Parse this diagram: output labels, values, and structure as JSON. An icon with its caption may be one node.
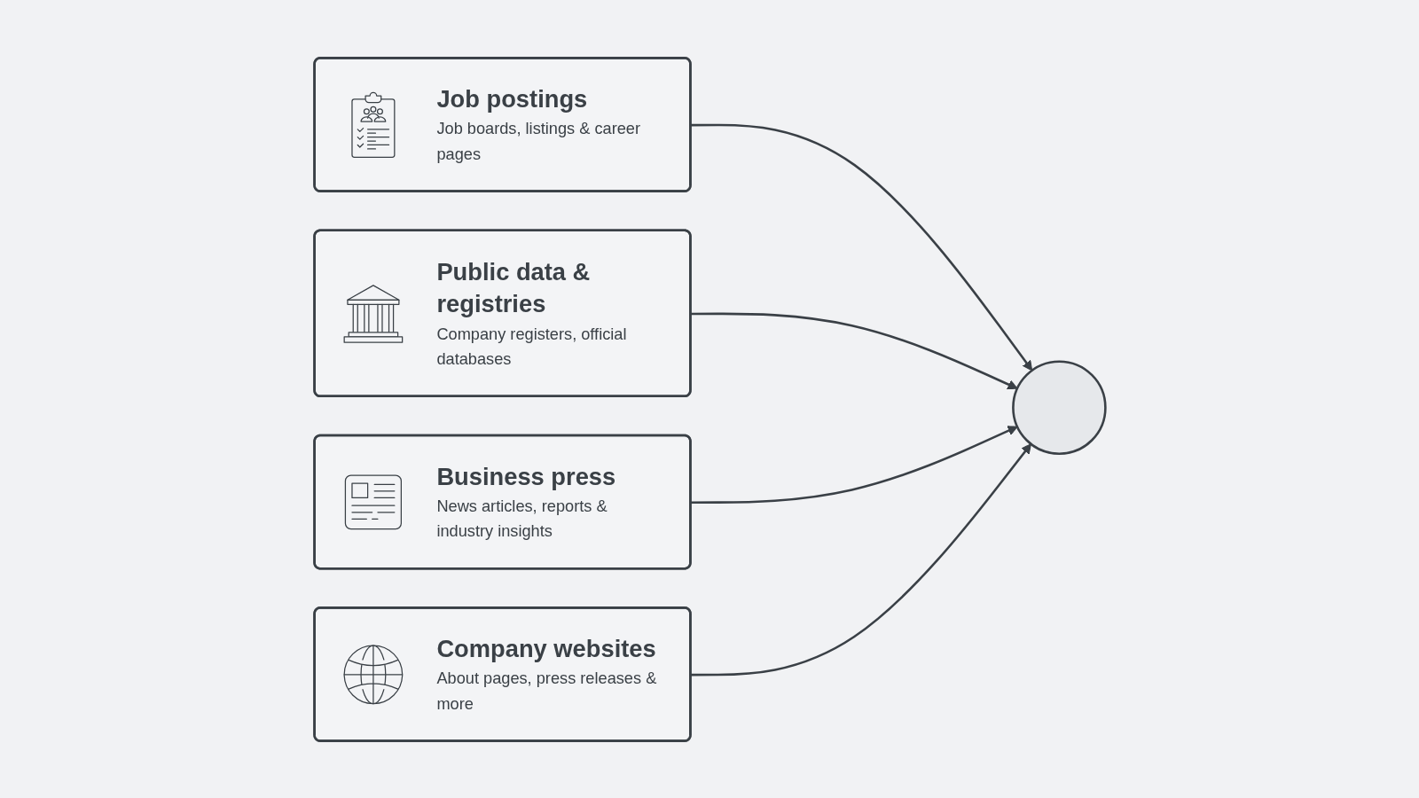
{
  "diagram": {
    "nodes": [
      {
        "text": [
          "Job postings",
          "Job boards, listings & career pages"
        ]
      },
      {
        "text": [
          "Public data & registries",
          "Company registers, official databases"
        ]
      },
      {
        "text": [
          "Business press",
          "News articles, reports & industry insights"
        ]
      },
      {
        "text": [
          "Company websites",
          "About pages, press releases & more"
        ]
      },
      {
        "text": [],
        "shape": "circle"
      }
    ],
    "edges": [
      {
        "from": 0,
        "to": 4,
        "arrow": "to"
      },
      {
        "from": 1,
        "to": 4,
        "arrow": "to"
      },
      {
        "from": 2,
        "to": 4,
        "arrow": "to"
      },
      {
        "from": 3,
        "to": 4,
        "arrow": "to"
      }
    ]
  }
}
